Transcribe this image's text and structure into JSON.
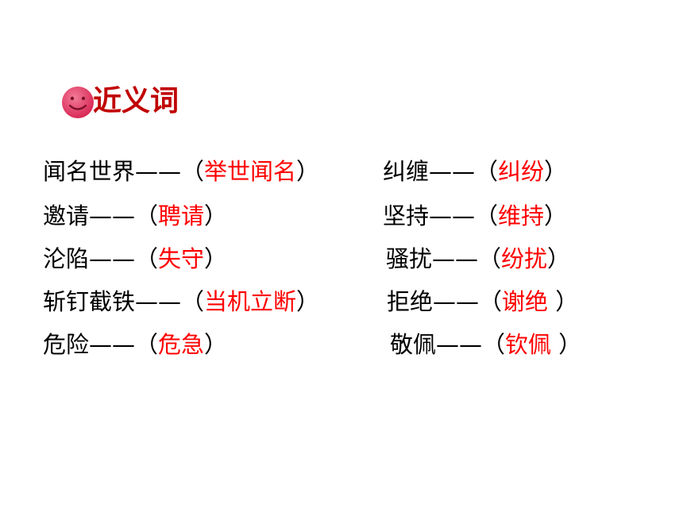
{
  "title": "近义词",
  "colors": {
    "title": "#c00000",
    "answer": "#ff0000",
    "text": "#000000",
    "smiley_face": "#e8436b"
  },
  "icon": "smiley-icon",
  "left_column": [
    {
      "word": "闻名世界",
      "dash": "——",
      "open": "（",
      "answer": "举世闻名",
      "close": "）"
    },
    {
      "word": "邀请",
      "dash": "——",
      "open": "（",
      "answer": "聘请",
      "close": "）"
    },
    {
      "word": "沦陷",
      "dash": "——",
      "open": "（",
      "answer": "失守",
      "close": "）"
    },
    {
      "word": "斩钉截铁",
      "dash": "——",
      "open": "（",
      "answer": "当机立断",
      "close": "）"
    },
    {
      "word": "危险",
      "dash": "——",
      "open": "（",
      "answer": "危急",
      "close": "）"
    }
  ],
  "right_column": [
    {
      "word": "纠缠",
      "dash": "——",
      "open": "（",
      "answer": "纠纷",
      "close": "）"
    },
    {
      "word": "坚持",
      "dash": "——",
      "open": "（",
      "answer": "维持",
      "close": "）"
    },
    {
      "word": "骚扰",
      "dash": "——",
      "open": "（",
      "answer": "纷扰",
      "close": "）"
    },
    {
      "word": "拒绝",
      "dash": "——",
      "open": "（",
      "answer": "谢绝 ",
      "close": "）"
    },
    {
      "word": "敬佩",
      "dash": "——",
      "open": "（",
      "answer": "钦佩 ",
      "close": "）"
    }
  ]
}
